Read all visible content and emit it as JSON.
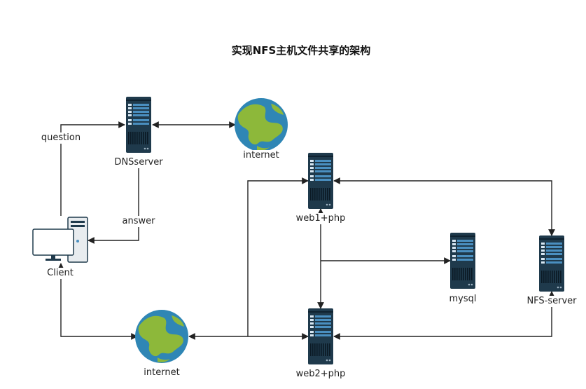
{
  "title": "实现NFS主机文件共享的架构",
  "colors": {
    "server_body": "#1f3a4c",
    "server_slot": "#4a8fc0",
    "globe_ocean": "#2f86b5",
    "globe_land": "#8db83a",
    "line": "#222222"
  },
  "nodes": {
    "dns": {
      "label": "DNSserver",
      "icon": "server-icon"
    },
    "internet_top": {
      "label": "internet",
      "icon": "globe-icon"
    },
    "client": {
      "label": "Client",
      "icon": "desktop-computer-icon"
    },
    "web1": {
      "label": "web1+php",
      "icon": "server-icon"
    },
    "mysql": {
      "label": "mysql",
      "icon": "server-icon"
    },
    "nfs": {
      "label": "NFS-server",
      "icon": "server-icon"
    },
    "web2": {
      "label": "web2+php",
      "icon": "server-icon"
    },
    "internet_bottom": {
      "label": "internet",
      "icon": "globe-icon"
    }
  },
  "edges": {
    "question": "question",
    "answer": "answer"
  }
}
